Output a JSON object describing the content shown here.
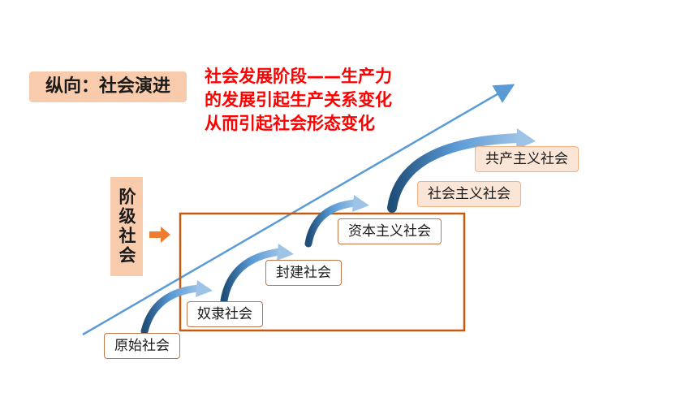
{
  "title": "纵向：社会演进",
  "description_lines": [
    "社会发展阶段——生产力",
    "的发展引起生产关系变化",
    "从而引起社会形态变化"
  ],
  "side_label": "阶级社会",
  "stages": [
    "原始社会",
    "奴隶社会",
    "封建社会",
    "资本主义社会",
    "社会主义社会",
    "共产主义社会"
  ],
  "colors": {
    "accent_line": "#5b9bd5",
    "frame": "#c55a11",
    "highlight_fill": "#f8cbad",
    "text_red": "#ff0000",
    "pointer_arrow": "#ed7d31"
  }
}
